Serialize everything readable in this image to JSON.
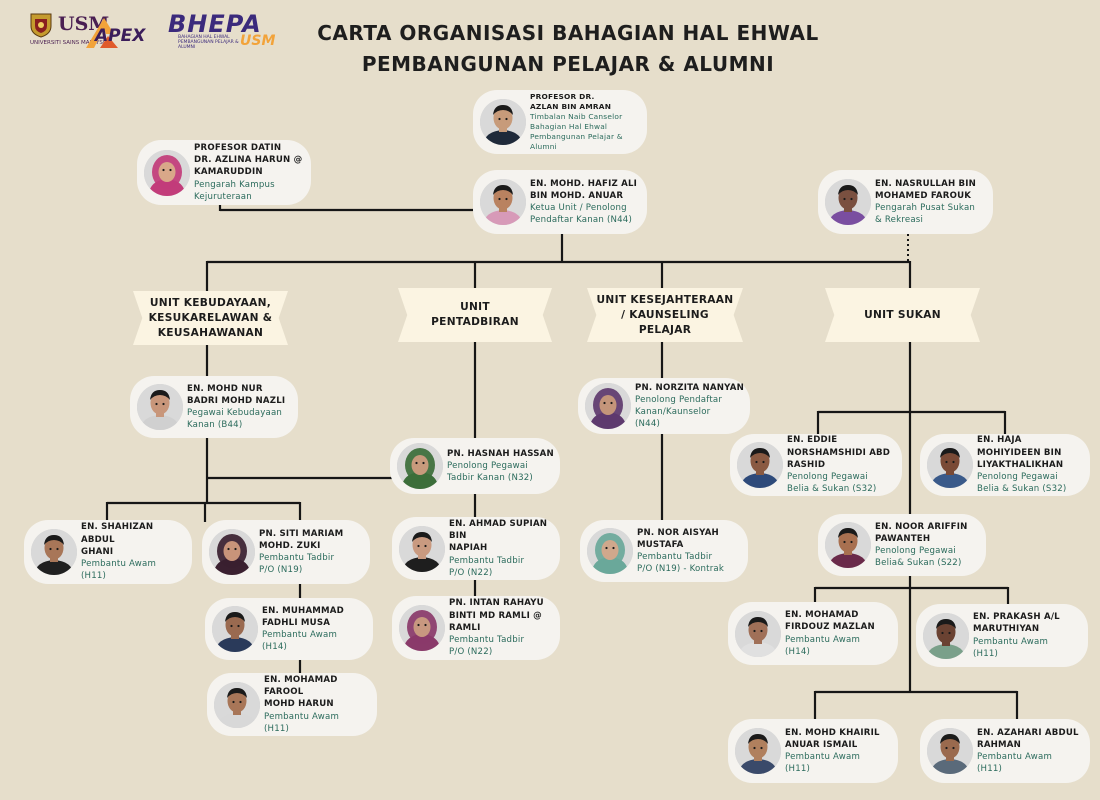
{
  "header": {
    "title_line1": "CARTA ORGANISASI BAHAGIAN HAL EHWAL",
    "title_line2": "PEMBANGUNAN PELAJAR & ALUMNI",
    "logos": {
      "usm": "USM",
      "usm_sub": "UNIVERSITI SAINS MALAYSIA",
      "apex": "APEX",
      "bhepa": "BHEPA",
      "bhepa_sub": "BAHAGIAN HAL EHWAL PEMBANGUNAN PELAJAR & ALUMNI",
      "bhepa_usm": "USM"
    }
  },
  "people": [
    {
      "name": "PROFESOR DR.\nAZLAN BIN AMRAN",
      "position": "Timbalan Naib Canselor\nBahagian Hal Ehwal\nPembangunan Pelajar &\nAlumni",
      "gender": "m",
      "skin": "#c79b7a",
      "shirt": "#1f2a3a"
    },
    {
      "name": "PROFESOR DATIN\nDR. AZLINA HARUN @\nKAMARUDDIN",
      "position": "Pengarah Kampus\nKejuruteraan",
      "gender": "f",
      "skin": "#d9a889",
      "shirt": "#c23c7a"
    },
    {
      "name": "EN. MOHD. HAFIZ ALI\nBIN MOHD. ANUAR",
      "position": "Ketua Unit / Penolong\nPendaftar Kanan (N44)",
      "gender": "m",
      "skin": "#b98260",
      "shirt": "#d79ab8"
    },
    {
      "name": "EN. NASRULLAH BIN\nMOHAMED FAROUK",
      "position": "Pengarah Pusat Sukan\n& Rekreasi",
      "gender": "m",
      "skin": "#7a5040",
      "shirt": "#7a4ea0"
    },
    {
      "name": "EN. MOHD NUR\nBADRI MOHD NAZLI",
      "position": "Pegawai Kebudayaan\nKanan (B44)",
      "gender": "m",
      "skin": "#c8967a",
      "shirt": "#d0d0d0"
    },
    {
      "name": "PN. HASNAH HASSAN",
      "position": "Penolong Pegawai\nTadbir Kanan (N32)",
      "gender": "f",
      "skin": "#c89a7c",
      "shirt": "#3c6e3a"
    },
    {
      "name": "PN. NORZITA NANYAN",
      "position": "Penolong Pendaftar\nKanan/Kaunselor\n(N44)",
      "gender": "f",
      "skin": "#c4957a",
      "shirt": "#5e3a6e"
    },
    {
      "name": "EN. EDDIE\nNORSHAMSHIDI ABD\nRASHID",
      "position": "Penolong Pegawai\nBelia & Sukan (S32)",
      "gender": "m",
      "skin": "#8a5a42",
      "shirt": "#2e4a7a"
    },
    {
      "name": "EN. HAJA\nMOHIYIDEEN BIN\nLIYAKTHALIKHAN",
      "position": "Penolong Pegawai\nBelia & Sukan (S32)",
      "gender": "m",
      "skin": "#7a4a36",
      "shirt": "#3a5a8a"
    },
    {
      "name": "EN. SHAHIZAN ABDUL\nGHANI",
      "position": "Pembantu Awam\n(H11)",
      "gender": "m",
      "skin": "#a87658",
      "shirt": "#202020"
    },
    {
      "name": "PN. SITI MARIAM\nMOHD. ZUKI",
      "position": "Pembantu Tadbir\nP/O (N19)",
      "gender": "f",
      "skin": "#c8947a",
      "shirt": "#3a2030"
    },
    {
      "name": "EN. AHMAD SUPIAN BIN\nNAPIAH",
      "position": "Pembantu Tadbir\nP/O (N22)",
      "gender": "m",
      "skin": "#c99a80",
      "shirt": "#1e1e1e"
    },
    {
      "name": "PN. NOR AISYAH\nMUSTAFA",
      "position": "Pembantu Tadbir\nP/O (N19) - Kontrak",
      "gender": "f",
      "skin": "#d0a88c",
      "shirt": "#6aa89a"
    },
    {
      "name": "EN. NOOR ARIFFIN\nPAWANTEH",
      "position": "Penolong Pegawai\nBelia& Sukan (S22)",
      "gender": "m",
      "skin": "#a87050",
      "shirt": "#6a2a4a"
    },
    {
      "name": "EN. MUHAMMAD\nFADHLI MUSA",
      "position": "Pembantu Awam\n(H14)",
      "gender": "m",
      "skin": "#9a6a50",
      "shirt": "#2a3a5a"
    },
    {
      "name": "PN. INTAN RAHAYU\nBINTI MD RAMLI @\nRAMLI",
      "position": "Pembantu Tadbir\nP/O (N22)",
      "gender": "f",
      "skin": "#c89880",
      "shirt": "#8a3a6a"
    },
    {
      "name": "EN. MOHAMAD\nFIRDOUZ MAZLAN",
      "position": "Pembantu Awam\n(H14)",
      "gender": "m",
      "skin": "#a07058",
      "shirt": "#e0e0e0"
    },
    {
      "name": "EN. PRAKASH A/L\nMARUTHIYAN",
      "position": "Pembantu Awam\n(H11)",
      "gender": "m",
      "skin": "#6a4232",
      "shirt": "#7aa08a"
    },
    {
      "name": "EN. MOHAMAD FAROOL\nMOHD HARUN",
      "position": "Pembantu Awam\n(H11)",
      "gender": "m",
      "skin": "#a87658",
      "shirt": "#d8d8d8"
    },
    {
      "name": "EN. MOHD KHAIRIL\nANUAR ISMAIL",
      "position": "Pembantu Awam\n(H11)",
      "gender": "m",
      "skin": "#b0805e",
      "shirt": "#3a4a6a"
    },
    {
      "name": "EN. AZAHARI ABDUL\nRAHMAN",
      "position": "Pembantu Awam\n(H11)",
      "gender": "m",
      "skin": "#9a6a4e",
      "shirt": "#5a6a7a"
    }
  ],
  "units": [
    "UNIT KEBUDAYAAN,\nKESUKARELAWAN  &\nKEUSAHAWANAN",
    "UNIT\nPENTADBIRAN",
    "UNIT KESEJAHTERAAN\n/ KAUNSELING\nPELAJAR",
    "UNIT SUKAN"
  ]
}
